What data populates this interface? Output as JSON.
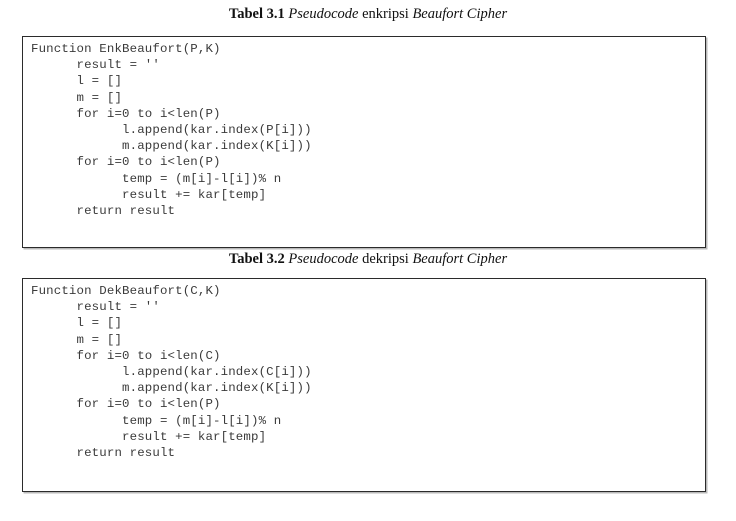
{
  "document": {
    "tables": [
      {
        "caption": {
          "label": "Tabel 3.1",
          "italic_term": "Pseudocode",
          "plain_term": "enkripsi",
          "italic_subject": "Beaufort Cipher"
        },
        "code": "Function EnkBeaufort(P,K)\n      result = ''\n      l = []\n      m = []\n      for i=0 to i<len(P)\n            l.append(kar.index(P[i]))\n            m.append(kar.index(K[i]))\n      for i=0 to i<len(P)\n            temp = (m[i]-l[i])% n\n            result += kar[temp]\n      return result"
      },
      {
        "caption": {
          "label": "Tabel 3.2",
          "italic_term": "Pseudocode",
          "plain_term": "dekripsi",
          "italic_subject": "Beaufort Cipher"
        },
        "code": "Function DekBeaufort(C,K)\n      result = ''\n      l = []\n      m = []\n      for i=0 to i<len(C)\n            l.append(kar.index(C[i]))\n            m.append(kar.index(K[i]))\n      for i=0 to i<len(P)\n            temp = (m[i]-l[i])% n\n            result += kar[temp]\n      return result"
      }
    ],
    "colors": {
      "page_background": "#ffffff",
      "border": "#2b2b2b",
      "code_text": "#3a3a3a",
      "caption_text": "#111111"
    }
  }
}
